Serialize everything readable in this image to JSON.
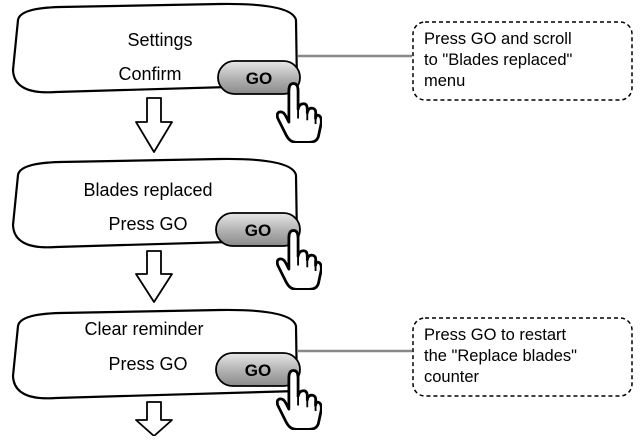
{
  "steps": [
    {
      "line1": "Settings",
      "line2": "Confirm",
      "button": "GO"
    },
    {
      "line1": "Blades replaced",
      "line2": "Press GO",
      "button": "GO"
    },
    {
      "line1": "Clear reminder",
      "line2": "Press GO",
      "button": "GO"
    }
  ],
  "notes": [
    {
      "lines": [
        "Press GO and scroll",
        "to \"Blades replaced\"",
        "menu"
      ]
    },
    {
      "lines": [
        "Press GO to restart",
        "the \"Replace blades\"",
        "counter"
      ]
    }
  ]
}
